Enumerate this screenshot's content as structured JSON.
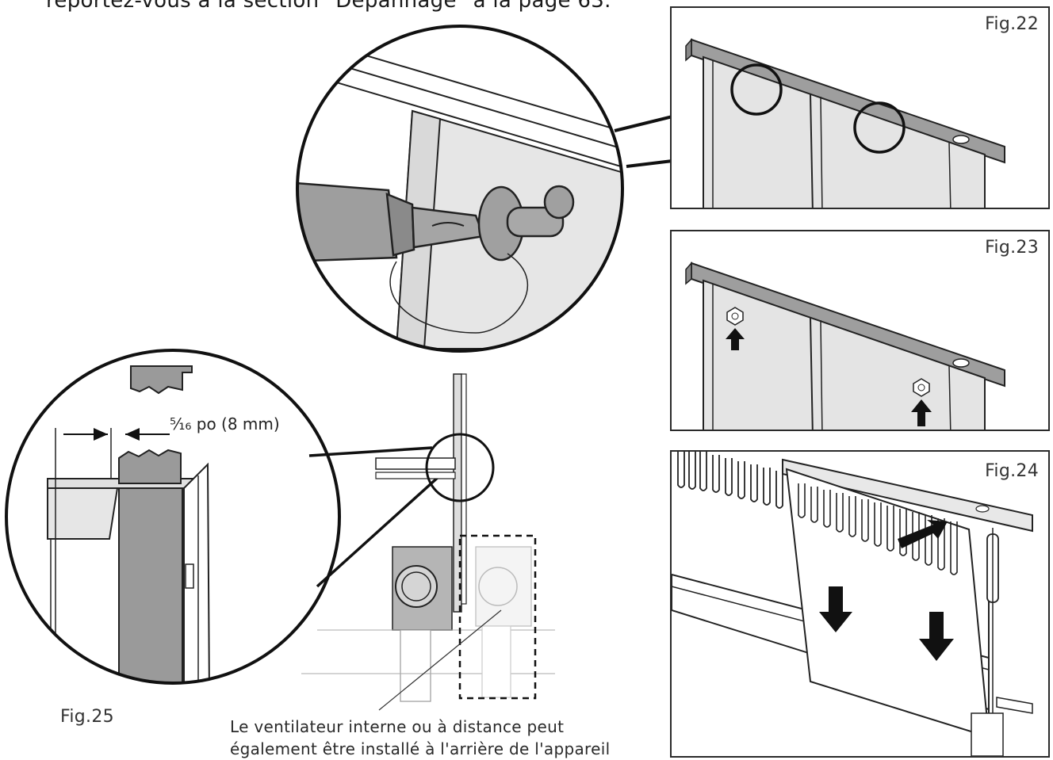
{
  "header": {
    "text_fragment": "reportez-vous à la section \"Dépannage\" à la page 63."
  },
  "figures": {
    "fig22": {
      "label": "Fig.22"
    },
    "fig23": {
      "label": "Fig.23"
    },
    "fig24": {
      "label": "Fig.24"
    },
    "fig25": {
      "label": "Fig.25",
      "dimension": "⁵⁄₁₆ po (8 mm)"
    }
  },
  "caption": {
    "line1": "Le ventilateur interne ou à distance peut",
    "line2": "également être installé à l'arrière de l'appareil"
  }
}
